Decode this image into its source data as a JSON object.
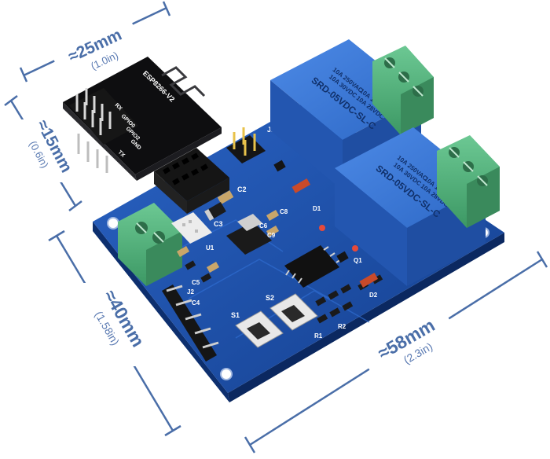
{
  "dimensions": {
    "module_width": {
      "main": "≈25mm",
      "sub": "(1.0in)"
    },
    "module_height": {
      "main": "≈15mm",
      "sub": "(0.6in)"
    },
    "board_height": {
      "main": "≈40mm",
      "sub": "(1.58in)"
    },
    "board_width": {
      "main": "≈58mm",
      "sub": "(2.3in)"
    }
  },
  "module": {
    "label": "ESP8266-V2",
    "pins": [
      "RX",
      "GPIO0",
      "GPIO2",
      "GND",
      "TX"
    ]
  },
  "relays": [
    {
      "model": "SRD-05VDC-SL-C",
      "ratings": [
        "10A 250VAC",
        "10A 30VDC",
        "10A 125VAC",
        "10A 28VDC"
      ]
    },
    {
      "model": "SRD-05VDC-SL-C",
      "ratings": [
        "10A 250VAC",
        "10A 30VDC",
        "10A 125VAC",
        "10A 28VDC"
      ]
    }
  ],
  "silkscreen": {
    "c2": "C2",
    "c3": "C3",
    "c4": "C4",
    "c5": "C5",
    "c6": "C6",
    "c8": "C8",
    "c9": "C9",
    "s1": "S1",
    "s2": "S2",
    "j1": "J1",
    "j2": "J2",
    "q1": "Q1",
    "d1": "D1",
    "d2": "D2",
    "u1": "U1",
    "r1": "R1",
    "r2": "R2"
  },
  "colors": {
    "pcb": "#1a4fa8",
    "relay": "#2f6fd0",
    "terminal": "#4fae78",
    "dimension": "#4a6ea8"
  }
}
